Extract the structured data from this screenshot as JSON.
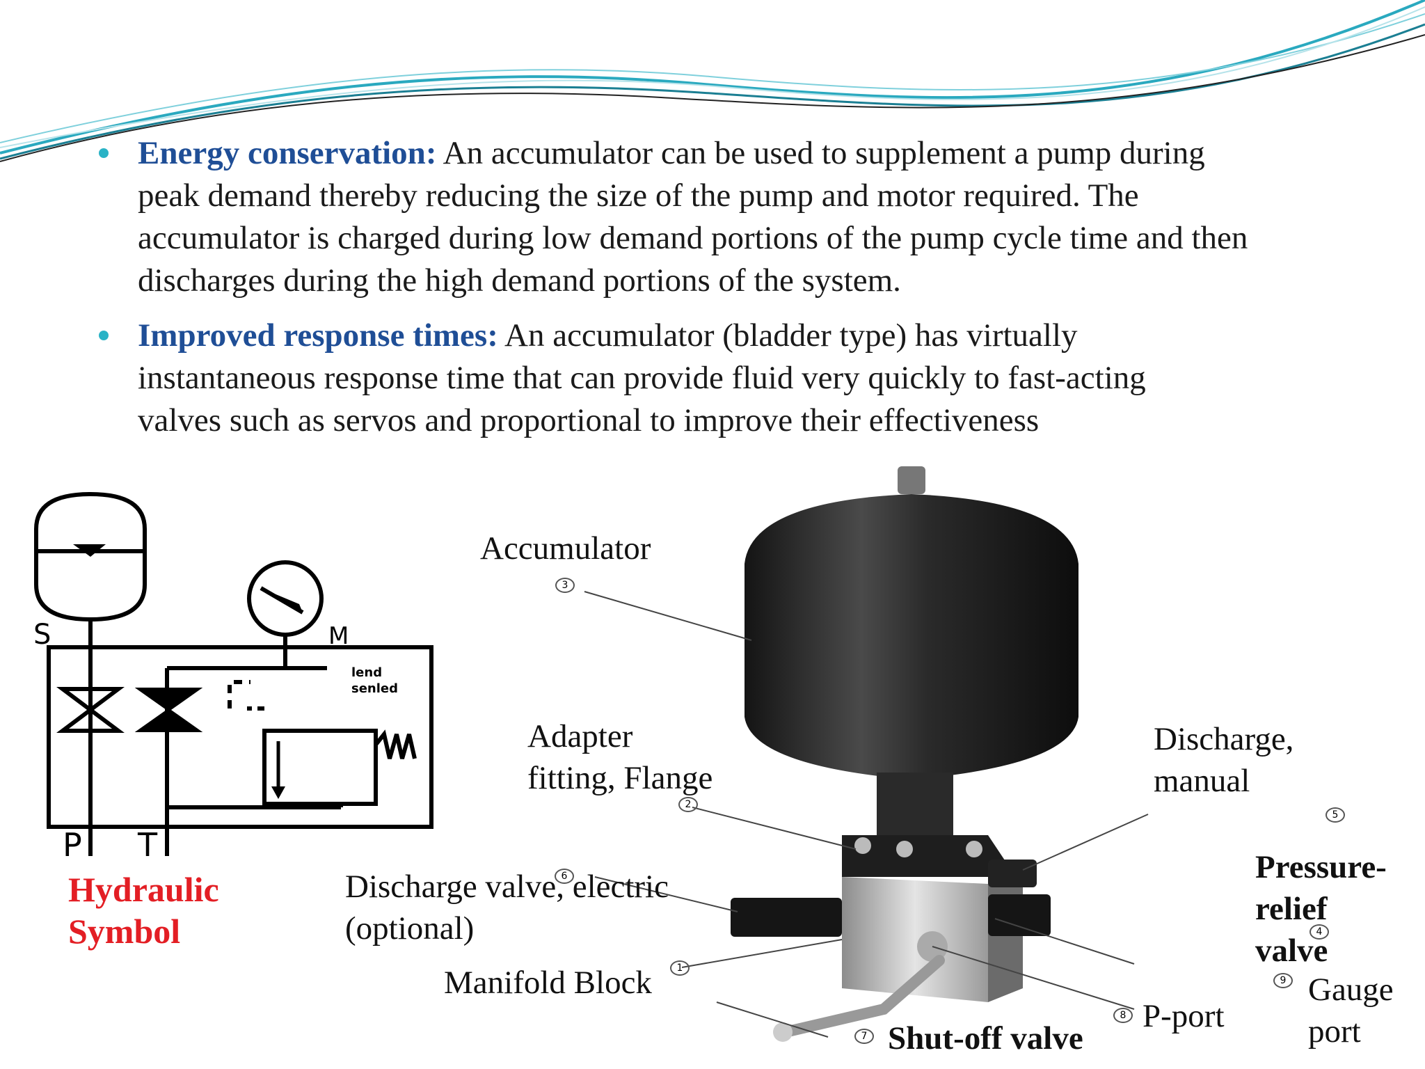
{
  "bullets": [
    {
      "heading": "Energy conservation:",
      "first_line": " An accumulator can be used to supplement a pump  during",
      "lines": [
        "peak demand thereby reducing the size of the pump and motor  required. The",
        "accumulator is charged during low demand portions of the pump  cycle time and then",
        "discharges during the high demand portions of the system."
      ]
    },
    {
      "heading": "Improved response times:",
      "first_line": " An accumulator (bladder type) has virtually",
      "lines": [
        "instantaneous response time that can provide fluid very quickly to fast-acting",
        "valves such as servos and proportional to improve their effectiveness"
      ]
    }
  ],
  "symbol": {
    "letter_s": "S",
    "letter_m": "M",
    "letter_p": "P",
    "letter_t": "T",
    "load_line1": "lend",
    "load_line2": "senled",
    "caption_line1": "Hydraulic",
    "caption_line2": "Symbol"
  },
  "photo_labels": {
    "accumulator": "Accumulator",
    "adapter_line1": "Adapter",
    "adapter_line2": "fitting, Flange",
    "discharge_manual_line1": "Discharge,",
    "discharge_manual_line2": "manual",
    "discharge_electric_line1": "Discharge valve, electric",
    "discharge_electric_line2": " (optional)",
    "manifold": "Manifold Block",
    "pressure_relief_line1": "Pressure-",
    "pressure_relief_line2": "relief",
    "pressure_relief_line3": "valve",
    "gauge_line1": "Gauge",
    "gauge_line2": "port",
    "p_port": "P-port",
    "shutoff": "Shut-off valve"
  },
  "callouts": [
    "1",
    "2",
    "3",
    "4",
    "5",
    "6",
    "7",
    "8",
    "9"
  ],
  "colors": {
    "heading_blue": "#1f4e96",
    "bullet_teal": "#2ab3c6",
    "symbol_red": "#e31e24",
    "wave_teal": "#2aa9bf"
  }
}
